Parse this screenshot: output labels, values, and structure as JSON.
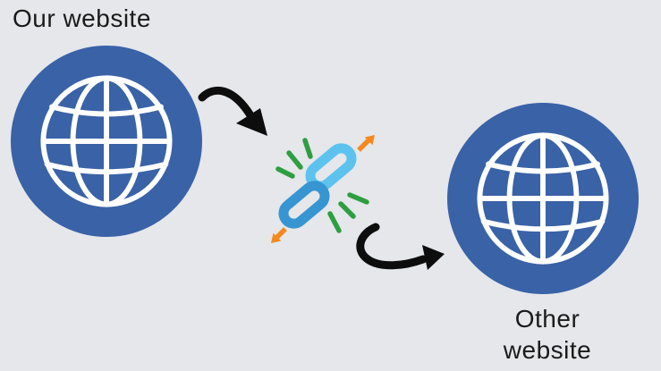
{
  "diagram": {
    "page_background": "#e5e7eb",
    "left_label": "Our website",
    "right_label_line1": "Other",
    "right_label_line2": "website",
    "colors": {
      "node_fill": "#3a62a7",
      "globe_stroke": "#ffffff",
      "arrow_black": "#0d0d0d",
      "link_light_blue": "#5ec2ee",
      "link_dark_blue": "#3795d2",
      "burst_green": "#2e9e40",
      "expand_orange": "#f6891e",
      "label_text": "#1b1b1b"
    },
    "icons": {
      "left_node": "globe-icon",
      "right_node": "globe-icon",
      "center": "link-icon",
      "flow": "curved-arrow-icon",
      "accents": [
        "burst-dashes-icon",
        "expand-arrow-ne-icon",
        "expand-arrow-sw-icon"
      ]
    }
  }
}
